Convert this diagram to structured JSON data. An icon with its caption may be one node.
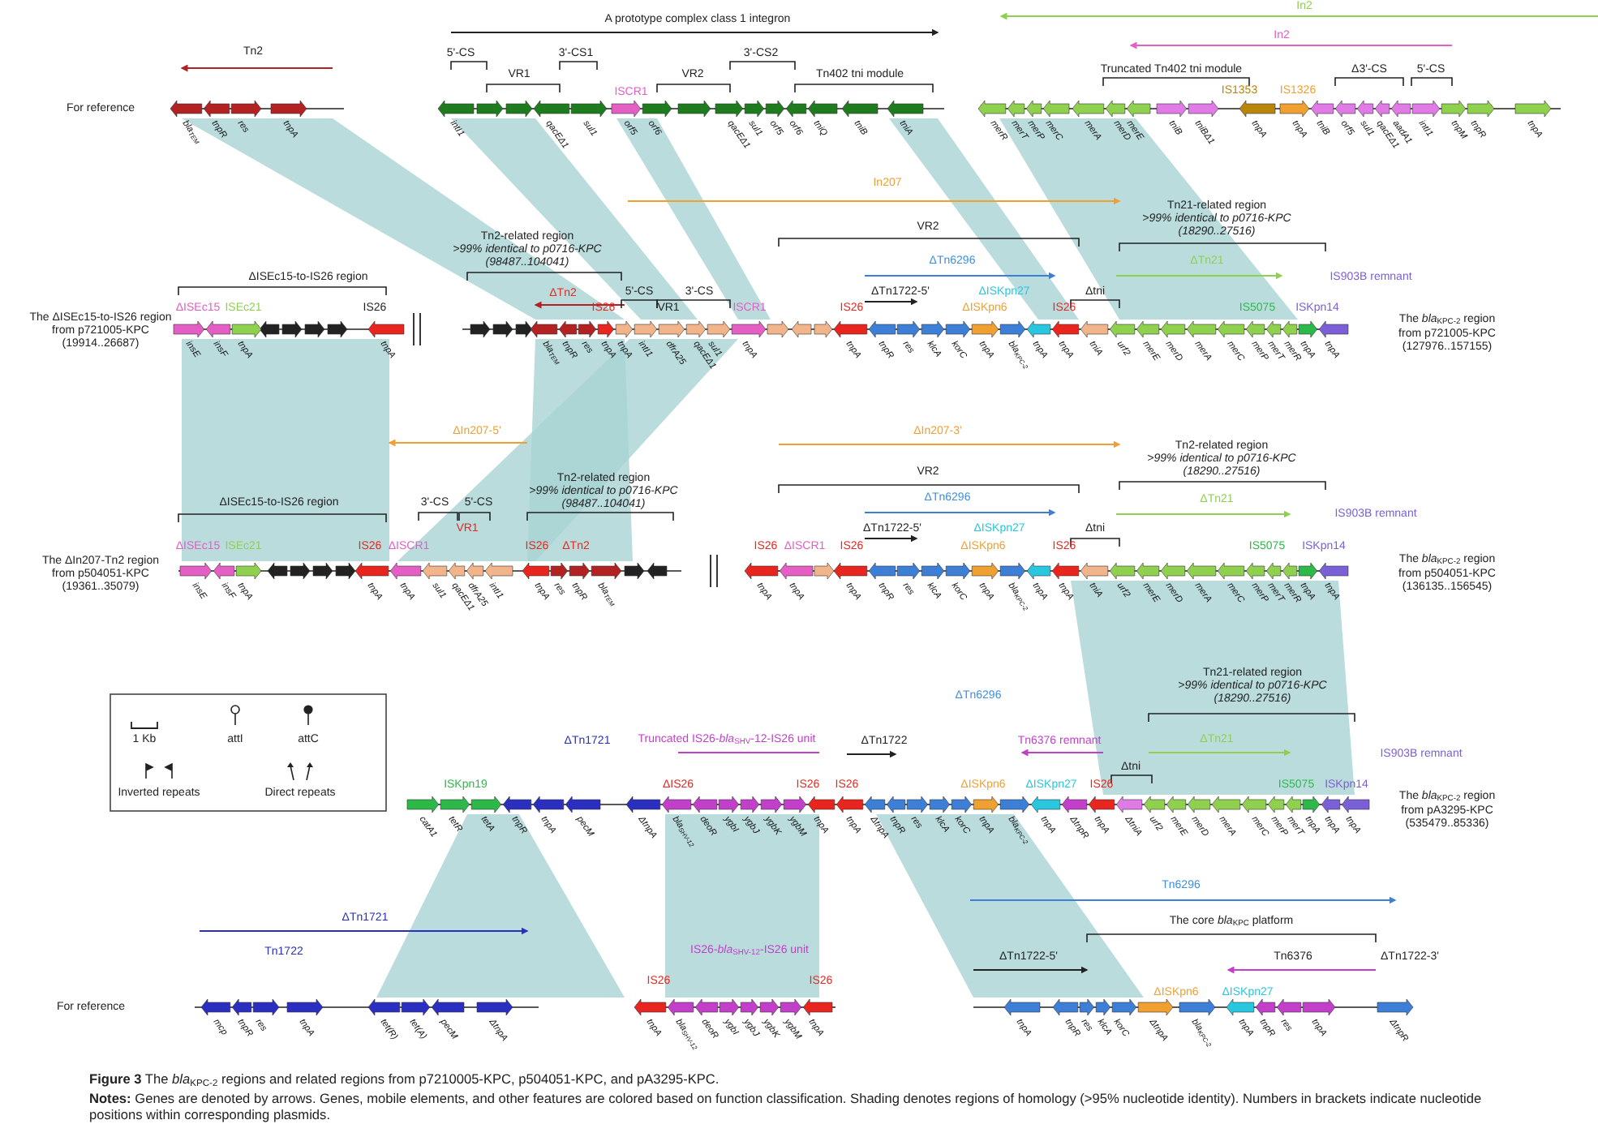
{
  "diagram": {
    "caption": "**Figure 3** The *bla*$_{KPC-2}$ regions and related regions from p7210005-KPC, p504051-KPC, and pA3295-KPC.",
    "labels": [
      "A prototype complex class 1 integron",
      "In2",
      "In2",
      "Tn2",
      "5'-CS",
      "3'-CS1",
      "3'-CS2",
      "VR1",
      "VR2",
      "Tn402 tni module",
      "Truncated Tn402 tni module",
      "Δ3'-CS",
      "5'-CS",
      "ISCR1",
      "IS1353",
      "IS1326",
      "For reference",
      "bla$_{TEM}$",
      "tnpR",
      "res",
      "tnpA",
      "intI1",
      "qacEΔ1",
      "sul1",
      "orf5",
      "orf6",
      "qacEΔ1",
      "sul1",
      "orf5",
      "orf6",
      "tniQ",
      "tniB",
      "tniA",
      "merR",
      "merT",
      "merP",
      "merC",
      "merA",
      "merD",
      "merE",
      "tniB",
      "tniBΔ1",
      "tnpA",
      "tnpA",
      "tniB",
      "orf5",
      "sul1",
      "qacEΔ1",
      "aadA1",
      "intI1",
      "tnpM",
      "tnpR",
      "tnpA",
      "In207",
      "Tn2-related region",
      ">99% identical to p0716-KPC",
      "(98487..104041)",
      "VR2",
      "Tn21-related region",
      ">99% identical to p0716-KPC",
      "(18290..27516)",
      "ΔTn6296",
      "ΔTn21",
      "ΔISEc15-to-IS26 region",
      "IS903B remnant",
      "ΔTn2",
      "5'-CS",
      "3'-CS",
      "ΔTn1722-5'",
      "ΔISKpn27",
      "Δtni",
      "ΔISEc15",
      "ISEc21",
      "IS26",
      "IS26",
      "VR1",
      "ISCR1",
      "IS26",
      "ΔISKpn6",
      "IS26",
      "IS5075",
      "ISKpn14",
      "The ΔISEc15-to-IS26 region",
      "from p721005-KPC",
      "(19914..26687)",
      "The *bla*$_{KPC-2}$ region",
      "from p721005-KPC",
      "(127976..157155)",
      "insE",
      "insF",
      "tnpA",
      "tnpA",
      "bla$_{TEM}$",
      "tnpR",
      "res",
      "tnpA",
      "tnpA",
      "intI1",
      "dfrA25",
      "qacEΔ1",
      "sul1",
      "tnpA",
      "tnpA",
      "tnpR",
      "res",
      "klcA",
      "korC",
      "tnpA",
      "bla$_{KPC-2}$",
      "tnpA",
      "tnpA",
      "tniA",
      "urf2",
      "merE",
      "merD",
      "merA",
      "merC",
      "merP",
      "merT",
      "merR",
      "tnpA",
      "tnpA",
      "ΔIn207-5'",
      "ΔIn207-3'",
      "Tn2-related region",
      ">99% identical to p0716-KPC",
      "VR2",
      "(18290..27516)",
      "Tn2-related region",
      ">99% identical to p0716-KPC",
      "(98487..104041)",
      "ΔTn6296",
      "ΔTn21",
      "ΔISEc15-to-IS26 region",
      "3'-CS",
      "5'-CS",
      "IS903B remnant",
      "VR1",
      "ΔTn1722-5'",
      "ΔISKpn27",
      "Δtni",
      "ΔISEc15",
      "ISEc21",
      "IS26",
      "ΔISCR1",
      "IS26",
      "ΔTn2",
      "IS26",
      "ΔISCR1",
      "IS26",
      "ΔISKpn6",
      "IS26",
      "IS5075",
      "ISKpn14",
      "The ΔIn207-Tn2 region",
      "from p504051-KPC",
      "(19361..35079)",
      "The *bla*$_{KPC-2}$ region",
      "from p504051-KPC",
      "(136135..156545)",
      "insE",
      "insF",
      "tnpA",
      "tnpA",
      "tnpA",
      "sul1",
      "qacEΔ1",
      "dfrA25",
      "intI1",
      "tnpA",
      "res",
      "tnpR",
      "bla$_{TEM}$",
      "tnpA",
      "tnpA",
      "tnpA",
      "tnpR",
      "res",
      "klcA",
      "korC",
      "tnpA",
      "bla$_{KPC-2}$",
      "tnpA",
      "tnpA",
      "tniA",
      "urf2",
      "merE",
      "merD",
      "merA",
      "merC",
      "merP",
      "merT",
      "merR",
      "tnpA",
      "tnpA",
      "ΔTn6296",
      "Tn21-related region",
      ">99% identical to p0716-KPC",
      "(18290..27516)",
      "ΔTn1721",
      "Truncated IS26-*bla*$_{SHV}$-12-IS26 unit",
      "ΔTn1722",
      "Tn6376 remnant",
      "ΔTn21",
      "IS903B remnant",
      "Δtni",
      "ISKpn19",
      "ΔIS26",
      "IS26",
      "IS26",
      "ΔISKpn6",
      "ΔISKpn27",
      "IS26",
      "IS5075",
      "ISKpn14",
      "The *bla*$_{KPC-2}$ region",
      "from pA3295-KPC",
      "(535479..85336)",
      "catA1",
      "tetR",
      "tetA",
      "tnpR",
      "tnpA",
      "pecM",
      "ΔtnpA",
      "bla$_{SHV-12}$",
      "deoR",
      "ygbI",
      "ygbJ",
      "ygbK",
      "ygbM",
      "tnpA",
      "tnpA",
      "ΔtnpA",
      "tnpR",
      "res",
      "klcA",
      "korC",
      "tnpA",
      "bla$_{KPC-2}$",
      "tnpA",
      "ΔtnpR",
      "tnpA",
      "ΔtniA",
      "urf2",
      "merE",
      "merD",
      "merA",
      "merC",
      "merP",
      "merT",
      "tnpA",
      "tnpA",
      "tnpA",
      "Tn6296",
      "ΔTn1721",
      "The core *bla*$_{KPC}$ platform",
      "Tn1722",
      "IS26-*bla*$_{SHV-12}$-IS26 unit",
      "ΔTn1722-5'",
      "Tn6376",
      "ΔTn1722-3'",
      "IS26",
      "IS26",
      "ΔISKpn6",
      "ΔISKpn27",
      "For reference",
      "mcp",
      "tnpR",
      "res",
      "tnpA",
      "tet(R)",
      "tet(A)",
      "pecM",
      "ΔtnpA",
      "tnpA",
      "bla$_{SHV-12}$",
      "deoR",
      "ygbI",
      "ygbJ",
      "ygbK",
      "ygbM",
      "tnpA",
      "tnpA",
      "tnpR",
      "res",
      "klcA",
      "korC",
      "ΔtnpA",
      "bla$_{KPC-2}$",
      "tnpA",
      "tnpR",
      "res",
      "tnpA",
      "ΔtnpR",
      "**Notes:** Genes are denoted by arrows. Genes, mobile elements, and other features are colored based on function classification. Shading denotes regions of homology (>95% nucleotide identity). Numbers in brackets indicate nucleotide positions within corresponding plasmids."
    ],
    "legend": [
      {
        "text": "1 Kb"
      },
      {
        "text": "attI"
      },
      {
        "text": "attC"
      },
      {
        "text": "Inverted repeats"
      },
      {
        "text": "Direct repeats"
      }
    ]
  }
}
